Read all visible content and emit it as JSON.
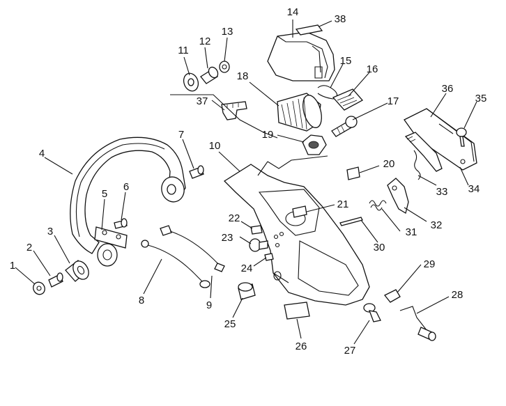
{
  "callouts": [
    {
      "num": "1"
    },
    {
      "num": "2"
    },
    {
      "num": "3"
    },
    {
      "num": "4"
    },
    {
      "num": "5"
    },
    {
      "num": "6"
    },
    {
      "num": "7"
    },
    {
      "num": "8"
    },
    {
      "num": "9"
    },
    {
      "num": "10"
    },
    {
      "num": "11"
    },
    {
      "num": "12"
    },
    {
      "num": "13"
    },
    {
      "num": "14"
    },
    {
      "num": "15"
    },
    {
      "num": "16"
    },
    {
      "num": "17"
    },
    {
      "num": "18"
    },
    {
      "num": "19"
    },
    {
      "num": "20"
    },
    {
      "num": "21"
    },
    {
      "num": "22"
    },
    {
      "num": "23"
    },
    {
      "num": "24"
    },
    {
      "num": "25"
    },
    {
      "num": "26"
    },
    {
      "num": "27"
    },
    {
      "num": "28"
    },
    {
      "num": "29"
    },
    {
      "num": "30"
    },
    {
      "num": "31"
    },
    {
      "num": "32"
    },
    {
      "num": "33"
    },
    {
      "num": "34"
    },
    {
      "num": "35"
    },
    {
      "num": "36"
    },
    {
      "num": "37"
    },
    {
      "num": "38"
    }
  ]
}
